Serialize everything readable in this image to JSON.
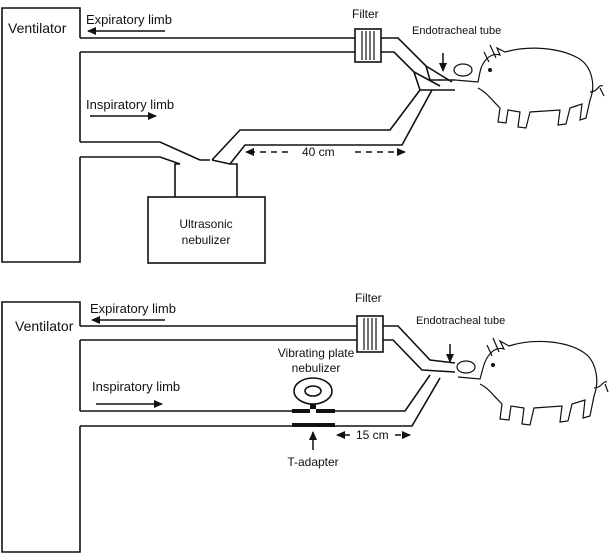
{
  "top_panel": {
    "ventilator_label": "Ventilator",
    "expiratory_label": "Expiratory limb",
    "inspiratory_label": "Inspiratory limb",
    "filter_label": "Filter",
    "tube_label": "Endotracheal tube",
    "nebulizer_line1": "Ultrasonic",
    "nebulizer_line2": "nebulizer",
    "distance_label": "40 cm"
  },
  "bottom_panel": {
    "ventilator_label": "Ventilator",
    "expiratory_label": "Expiratory limb",
    "inspiratory_label": "Inspiratory limb",
    "filter_label": "Filter",
    "tube_label": "Endotracheal tube",
    "nebulizer_line1": "Vibrating plate",
    "nebulizer_line2": "nebulizer",
    "adapter_label": "T-adapter",
    "distance_label": "15 cm"
  }
}
